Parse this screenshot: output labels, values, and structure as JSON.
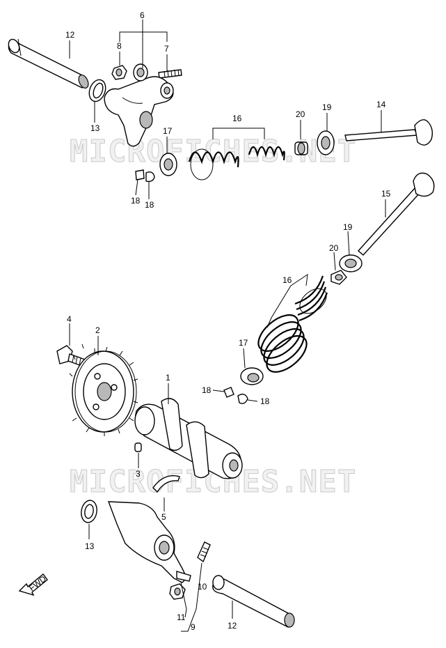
{
  "watermarks": [
    "MICROFICHES.NET",
    "MICROFICHES.NET"
  ],
  "fwd_label": "FWD",
  "callouts": {
    "c12_top": "12",
    "c13_top": "13",
    "c6": "6",
    "c8": "8",
    "c7": "7",
    "c16_top": "16",
    "c20_top": "20",
    "c19_top": "19",
    "c14": "14",
    "c17_top": "17",
    "c18_top_a": "18",
    "c18_top_b": "18",
    "c15": "15",
    "c19_mid": "19",
    "c20_mid": "20",
    "c16_mid": "16",
    "c4": "4",
    "c2": "2",
    "c17_mid": "17",
    "c18_mid_a": "18",
    "c18_mid_b": "18",
    "c1": "1",
    "c3": "3",
    "c5": "5",
    "c13_bot": "13",
    "c10": "10",
    "c11": "11",
    "c9": "9",
    "c12_bot": "12"
  }
}
